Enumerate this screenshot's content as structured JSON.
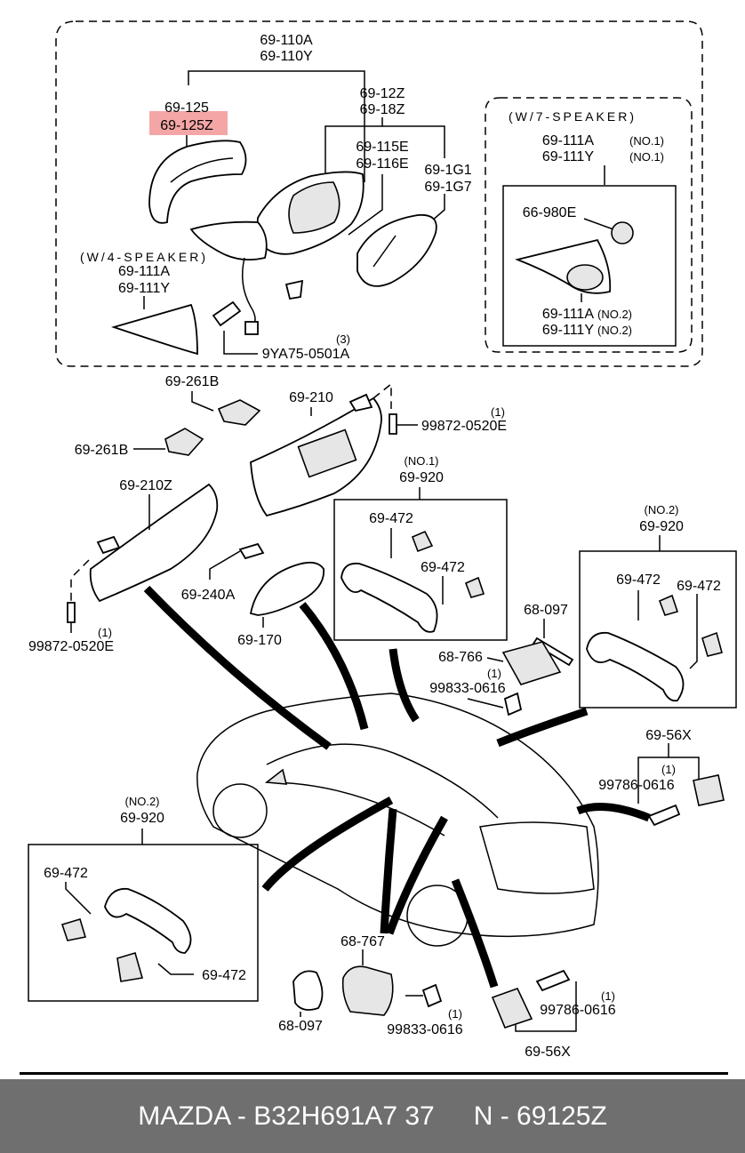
{
  "labels": {
    "p69_110A": "69-110A",
    "p69_110Y": "69-110Y",
    "p69_125": "69-125",
    "p69_125Z": "69-125Z",
    "p69_12Z": "69-12Z",
    "p69_18Z": "69-18Z",
    "p69_115E": "69-115E",
    "p69_116E": "69-116E",
    "p69_1G1": "69-1G1",
    "p69_1G7": "69-1G7",
    "w7": "(W/7-SPEAKER)",
    "p69_111A_1": "69-111A",
    "no1a": "(NO.1)",
    "p69_111Y_1": "69-111Y",
    "no1b": "(NO.1)",
    "p66_980E": "66-980E",
    "p69_111A_2": "69-111A",
    "no2a": "(NO.2)",
    "p69_111Y_2": "69-111Y",
    "no2b": "(NO.2)",
    "w4": "(W/4-SPEAKER)",
    "p69_111A_3": "69-111A",
    "p69_111Y_3": "69-111Y",
    "q3": "(3)",
    "p9YA75": "9YA75-0501A",
    "p69_261B_a": "69-261B",
    "p69_261B_b": "69-261B",
    "p69_210": "69-210",
    "q1a": "(1)",
    "p99872a": "99872-0520E",
    "p69_210Z": "69-210Z",
    "no1c": "(NO.1)",
    "p69_920a": "69-920",
    "p69_472a": "69-472",
    "p69_472b": "69-472",
    "p69_240A": "69-240A",
    "q1b": "(1)",
    "p99872b": "99872-0520E",
    "p69_170": "69-170",
    "p68_097a": "68-097",
    "p68_766": "68-766",
    "q1c": "(1)",
    "p99833a": "99833-0616",
    "no2c": "(NO.2)",
    "p69_920b": "69-920",
    "p69_472c": "69-472",
    "p69_472d": "69-472",
    "p69_56Xa": "69-56X",
    "q1d": "(1)",
    "p99786a": "99786-0616",
    "no2d": "(NO.2)",
    "p69_920c": "69-920",
    "p69_472e": "69-472",
    "p69_472f": "69-472",
    "p68_767": "68-767",
    "p68_097b": "68-097",
    "q1e": "(1)",
    "p99833b": "99833-0616",
    "q1f": "(1)",
    "p99786b": "99786-0616",
    "p69_56Xb": "69-56X"
  },
  "footer": {
    "brand_code": "MAZDA - B32H691A7 37",
    "part_ref": "N - 69125Z"
  },
  "colors": {
    "highlight": "#f4a6a6",
    "footer_bg": "#6f6f6f"
  }
}
